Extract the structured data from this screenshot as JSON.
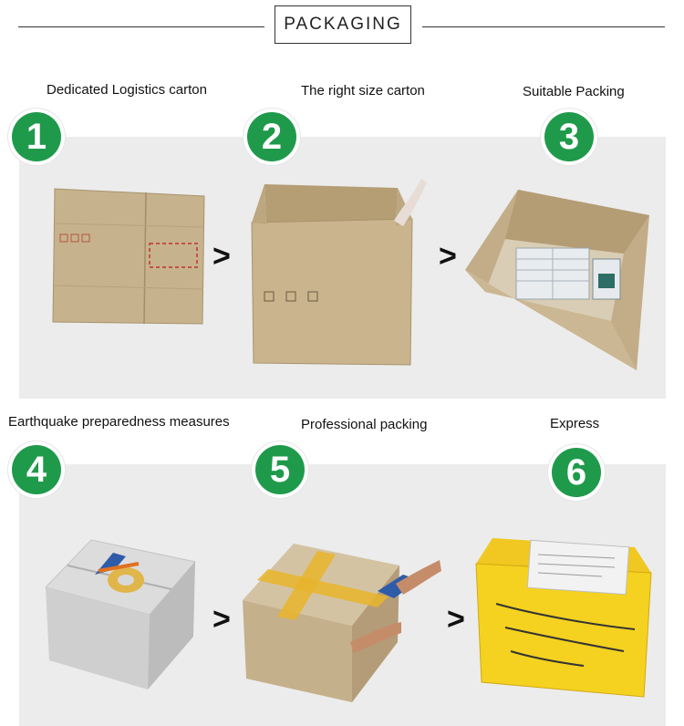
{
  "header": {
    "title": "PACKAGING"
  },
  "steps": [
    {
      "number": "1",
      "label": "Dedicated Logistics carton"
    },
    {
      "number": "2",
      "label": "The right size carton"
    },
    {
      "number": "3",
      "label": "Suitable Packing"
    },
    {
      "number": "4",
      "label": "Earthquake preparedness measures"
    },
    {
      "number": "5",
      "label": "Professional packing"
    },
    {
      "number": "6",
      "label": "Express"
    }
  ],
  "arrow_glyph": ">",
  "colors": {
    "badge_green": "#1f9a4b",
    "band_gray": "#ececec",
    "tape_yellow": "#e8b52a"
  }
}
